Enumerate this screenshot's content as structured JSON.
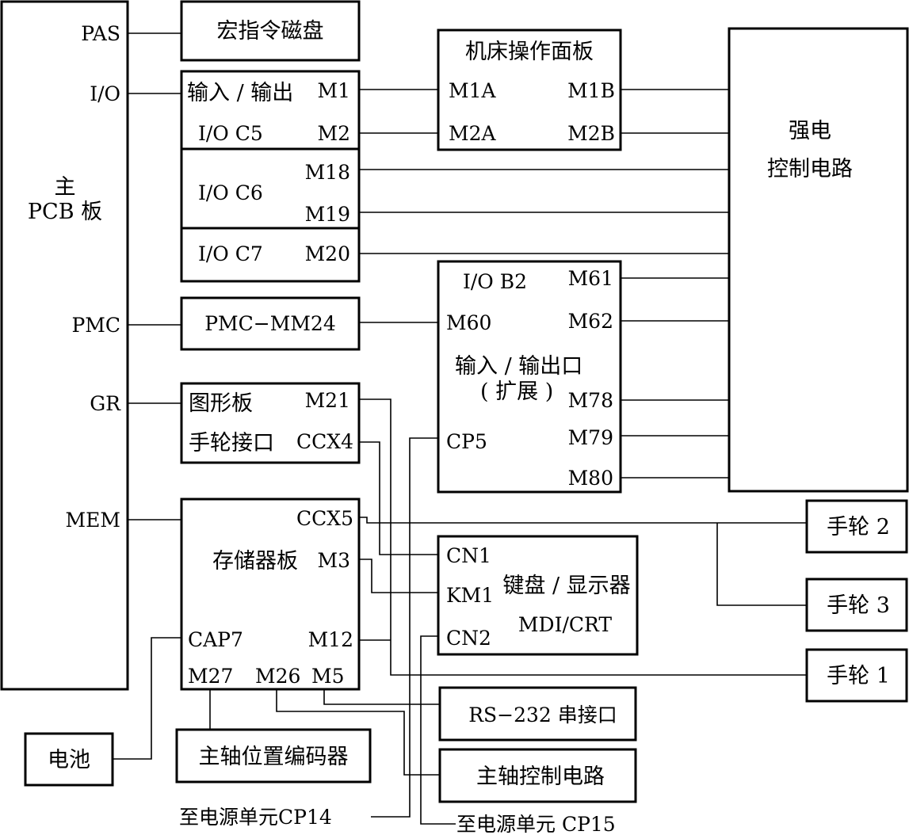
{
  "main_board": {
    "line1": "主",
    "line2": "PCB 板",
    "port_pas": "PAS",
    "port_io": "I/O",
    "port_pmc": "PMC",
    "port_gr": "GR",
    "port_mem": "MEM"
  },
  "macro_disk": {
    "label": "宏指令磁盘"
  },
  "io_c5": {
    "line1": "输入 / 输出",
    "line2": "I/O C5",
    "port_m1": "M1",
    "port_m2": "M2"
  },
  "io_c6": {
    "label": "I/O C6",
    "port_m18": "M18",
    "port_m19": "M19"
  },
  "io_c7": {
    "label": "I/O C7",
    "port_m20": "M20"
  },
  "machine_panel": {
    "label": "机床操作面板",
    "port_m1a": "M1A",
    "port_m1b": "M1B",
    "port_m2a": "M2A",
    "port_m2b": "M2B"
  },
  "power_circuit": {
    "line1": "强电",
    "line2": "控制电路"
  },
  "pmc_mm24": {
    "label": "PMC−MM24"
  },
  "io_b2": {
    "title": "I/O  B2",
    "line1": "输入 / 输出口",
    "line2": "( 扩展 )",
    "port_m60": "M60",
    "port_cp5": "CP5",
    "port_m61": "M61",
    "port_m62": "M62",
    "port_m78": "M78",
    "port_m79": "M79",
    "port_m80": "M80"
  },
  "graphics_board": {
    "line1": "图形板",
    "line2": "手轮接口",
    "port_m21": "M21",
    "port_ccx4": "CCX4"
  },
  "memory_board": {
    "label": "存储器板",
    "port_ccx5": "CCX5",
    "port_m3": "M3",
    "port_cap7": "CAP7",
    "port_m12": "M12",
    "port_m27": "M27",
    "port_m26": "M26",
    "port_m5": "M5"
  },
  "keyboard_display": {
    "line1": "键盘 / 显示器",
    "line2": "MDI/CRT",
    "port_cn1": "CN1",
    "port_km1": "KM1",
    "port_cn2": "CN2"
  },
  "handwheel_2": {
    "label": "手轮 2"
  },
  "handwheel_3": {
    "label": "手轮 3"
  },
  "handwheel_1": {
    "label": "手轮 1"
  },
  "battery": {
    "label": "电池"
  },
  "spindle_encoder": {
    "label": "主轴位置编码器"
  },
  "rs232": {
    "label": "RS−232 串接口"
  },
  "spindle_control": {
    "label": "主轴控制电路"
  },
  "power_cp14": {
    "label": "至电源单元CP14"
  },
  "power_cp15": {
    "label": "至电源单元 CP15"
  }
}
